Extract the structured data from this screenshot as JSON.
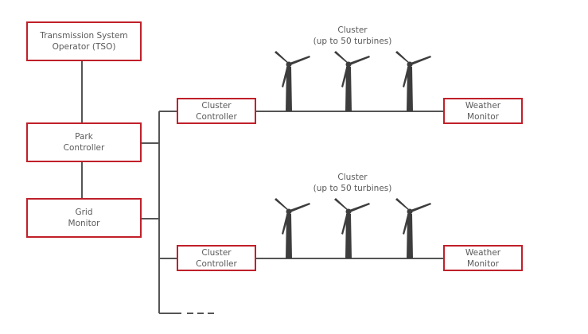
{
  "colors": {
    "box_border": "#c0202a",
    "line": "#555555",
    "text": "#5a5a5a"
  },
  "tso": {
    "line1": "Transmission System",
    "line2": "Operator (TSO)"
  },
  "park_controller": {
    "line1": "Park",
    "line2": "Controller"
  },
  "grid_monitor": {
    "line1": "Grid",
    "line2": "Monitor"
  },
  "clusters": [
    {
      "label_line1": "Cluster",
      "label_line2": "(up to 50 turbines)",
      "controller_line1": "Cluster",
      "controller_line2": "Controller",
      "weather_line1": "Weather",
      "weather_line2": "Monitor"
    },
    {
      "label_line1": "Cluster",
      "label_line2": "(up to 50 turbines)",
      "controller_line1": "Cluster",
      "controller_line2": "Controller",
      "weather_line1": "Weather",
      "weather_line2": "Monitor"
    }
  ],
  "icons": {
    "turbine": "wind-turbine-icon"
  }
}
